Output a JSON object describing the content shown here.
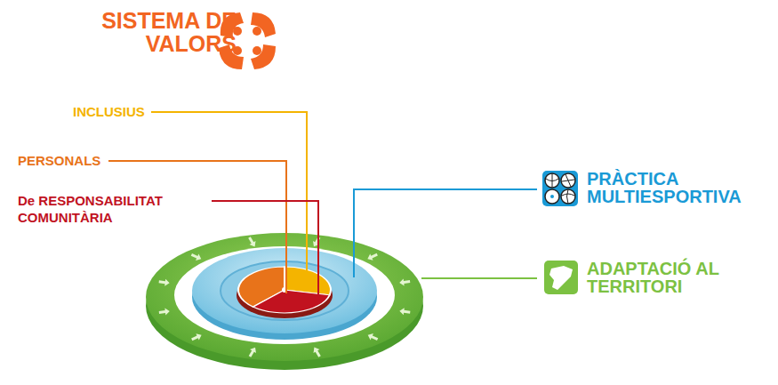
{
  "diagram": {
    "title": "SISTEMA DE VALORS",
    "labels": [
      "INCLUSIUS",
      "PERSONALS",
      "De RESPONSABILITAT COMUNITÀRIA",
      "PRÀCTICA MULTIESPORTIVA",
      "ADAPTACIÓ AL TERRITORI"
    ]
  }
}
